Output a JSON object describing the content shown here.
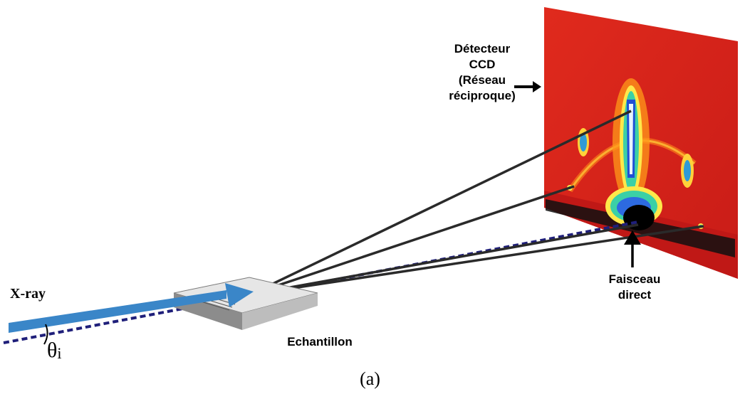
{
  "labels": {
    "detector_lines": [
      "Détecteur",
      "CCD",
      "(Réseau",
      "réciproque)"
    ],
    "direct_beam_lines": [
      "Faisceau",
      "direct"
    ],
    "sample": "Echantillon",
    "xray": "X-ray",
    "theta": "θ",
    "theta_sub": "i",
    "caption": "(a)"
  },
  "colors": {
    "detector_background": "#d8261c",
    "beam": "#3a86c8",
    "dashed_line": "#1f1f7a",
    "scatter_lines": "#2a2a2a",
    "sample_top": "#e6e6e6",
    "sample_side": "#8c8c8c"
  }
}
